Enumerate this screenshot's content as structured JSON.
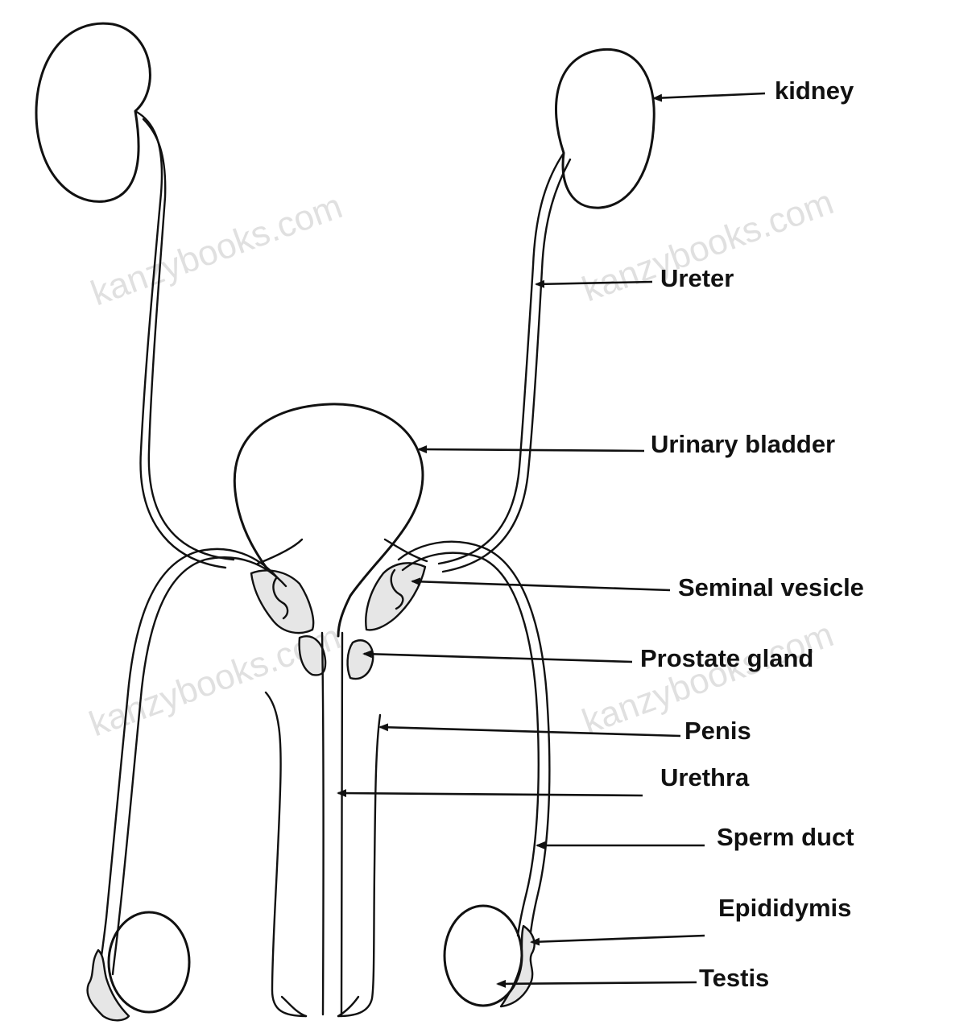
{
  "labels": {
    "kidney": "kidney",
    "ureter": "Ureter",
    "urinary_bladder": "Urinary bladder",
    "seminal_vesicle": "Seminal vesicle",
    "prostate_gland": "Prostate gland",
    "penis": "Penis",
    "urethra": "Urethra",
    "sperm_duct": "Sperm duct",
    "epididymis": "Epididymis",
    "testis": "Testis"
  },
  "watermark": "kanzybooks.com",
  "colors": {
    "line": "#111111",
    "background": "#ffffff",
    "watermark": "#c7c7c7"
  }
}
